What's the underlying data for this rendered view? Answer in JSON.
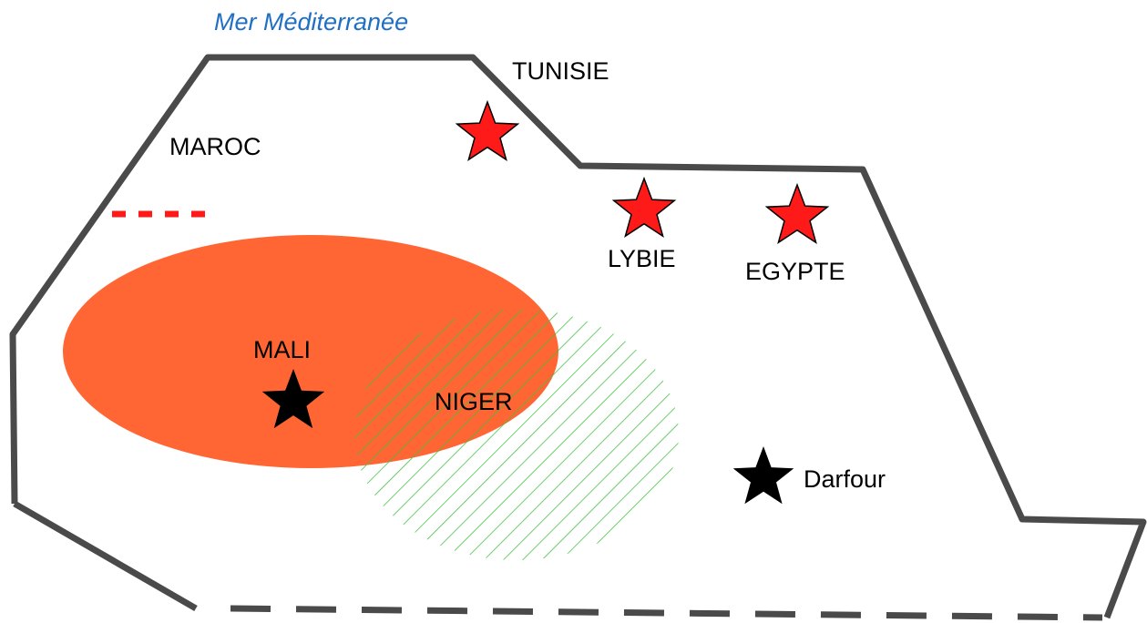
{
  "map": {
    "sea_label": "Mer Méditerranée",
    "countries": {
      "maroc": "MAROC",
      "tunisie": "TUNISIE",
      "lybie": "LYBIE",
      "egypte": "EGYPTE",
      "mali": "MALI",
      "niger": "NIGER",
      "darfour": "Darfour"
    },
    "colors": {
      "sea_label": "#1f6fc5",
      "border": "#4a4a4a",
      "mali_zone": "#ff6633",
      "niger_hatch": "#3fbf3f",
      "red_star": "#ff1a1a",
      "black_star": "#000000",
      "red_dash": "#ff1a1a"
    },
    "icons": {
      "red_star": "star-icon",
      "black_star": "star-icon"
    }
  }
}
